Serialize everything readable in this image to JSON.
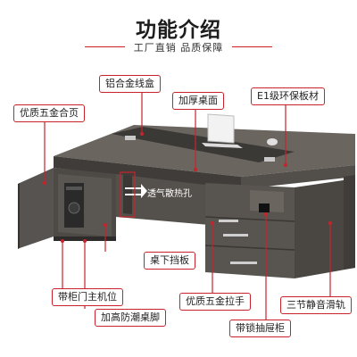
{
  "header": {
    "title": "功能介绍",
    "subtitle": "工厂直销 品质保障"
  },
  "labels": {
    "aluminum_edge": "铝合金线盒",
    "thick_top": "加厚桌面",
    "e1_board": "E1级环保板材",
    "hinge": "优质五金合页",
    "vent": "透气散热孔",
    "modesty_panel": "桌下挡板",
    "cpu_cabinet": "带柜门主机位",
    "moisture_feet": "加高防潮桌脚",
    "pull_handle": "优质五金拉手",
    "slide_rail": "三节静音滑轨",
    "lock_drawer": "带锁抽屉柜"
  },
  "colors": {
    "accent": "#c8232c",
    "desk_dark": "#4a4743",
    "desk_mid": "#5e5a55",
    "desk_light": "#6f6a64"
  }
}
